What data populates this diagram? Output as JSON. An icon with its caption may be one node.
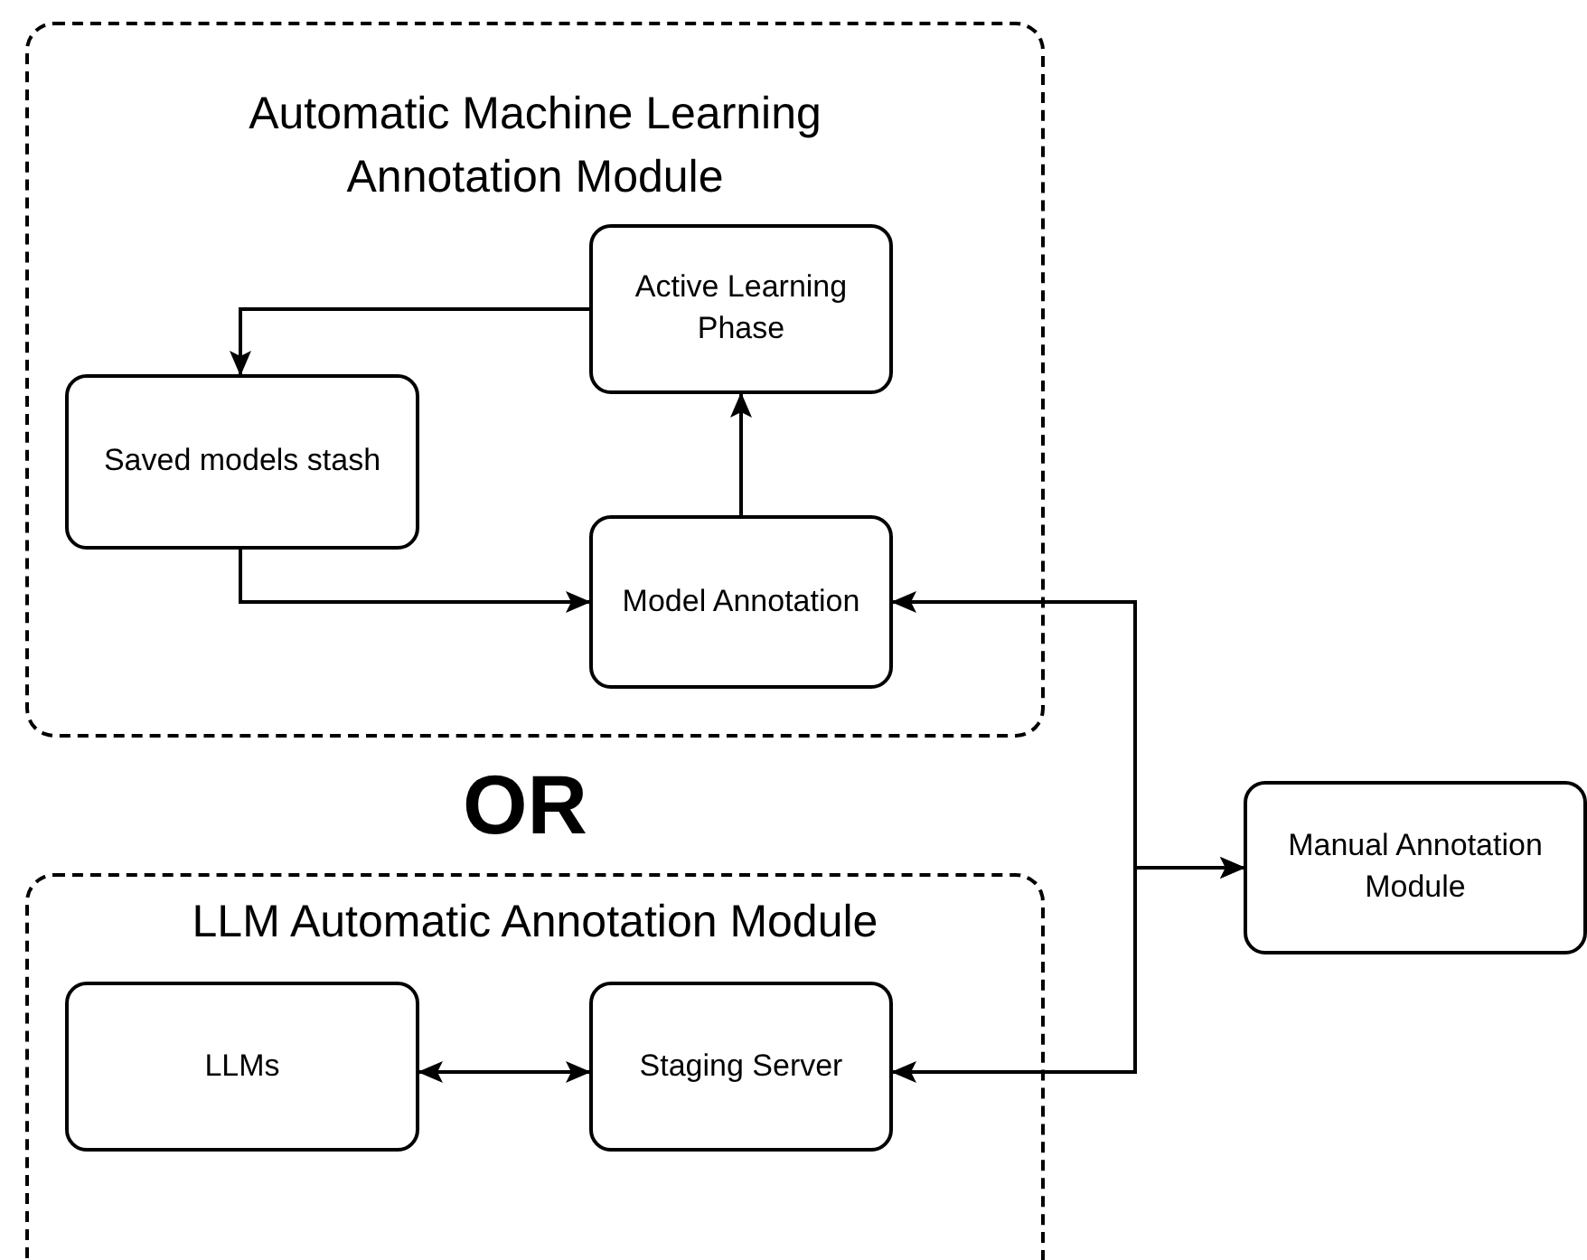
{
  "diagram": {
    "nodes": [
      {
        "text": [
          "Automatic Machine Learning Annotation Module"
        ]
      },
      {
        "text": [
          "Active Learning Phase"
        ],
        "in": 0
      },
      {
        "text": [
          "Saved models stash"
        ],
        "in": 0
      },
      {
        "text": [
          "Model Annotation"
        ],
        "in": 0
      },
      {
        "text": [
          "LLM Automatic Annotation Module"
        ]
      },
      {
        "text": [
          "LLMs"
        ],
        "in": 4
      },
      {
        "text": [
          "Staging Server"
        ],
        "in": 4
      },
      {
        "text": [
          "Manual Annotation Module"
        ]
      }
    ],
    "edges": [
      {
        "from": 1,
        "to": 2,
        "arrow": "to"
      },
      {
        "from": 2,
        "to": 3,
        "arrow": "to"
      },
      {
        "from": 3,
        "to": 1,
        "arrow": "to"
      },
      {
        "from": 5,
        "to": 6,
        "arrow": "both"
      },
      {
        "from": 7,
        "to": 3,
        "arrow": "both"
      },
      {
        "from": 7,
        "to": 6,
        "arrow": "both"
      }
    ],
    "labels": [
      "OR"
    ]
  }
}
